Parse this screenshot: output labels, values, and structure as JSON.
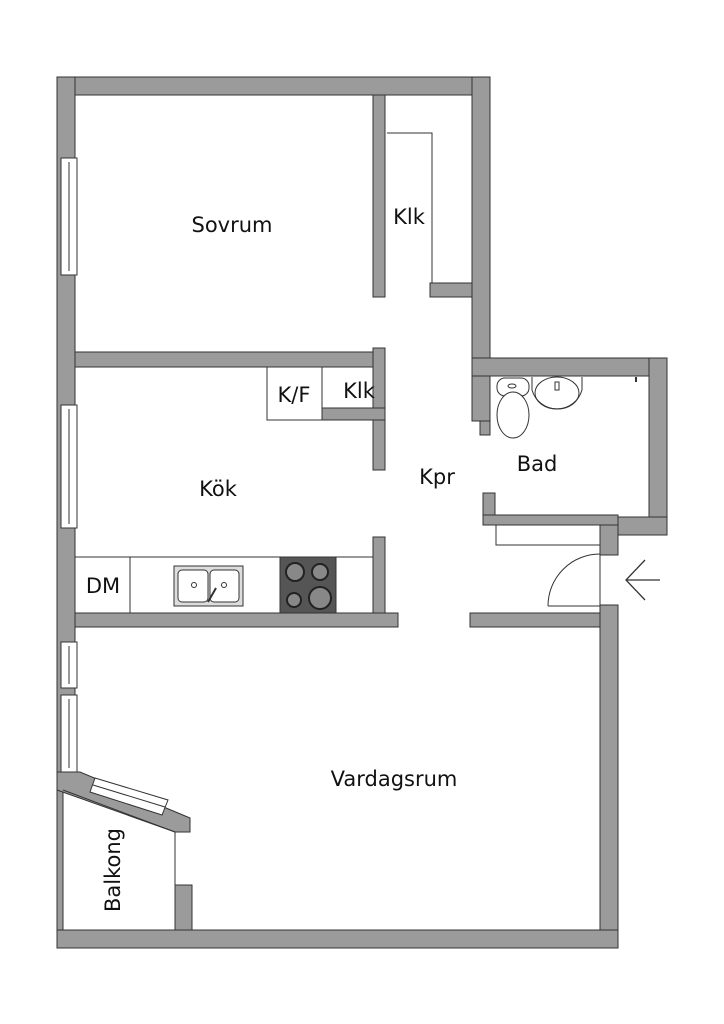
{
  "plan": {
    "rooms": {
      "sovrum": "Sovrum",
      "klk_top": "Klk",
      "kf": "K/F",
      "klk_kitchen": "Klk",
      "kok": "Kök",
      "kpr": "Kpr",
      "bad": "Bad",
      "dm": "DM",
      "vardagsrum": "Vardagsrum",
      "balkong": "Balkong"
    },
    "colors": {
      "wall": "#9b9b9b",
      "stove": "#555555",
      "outline": "#333333"
    }
  }
}
